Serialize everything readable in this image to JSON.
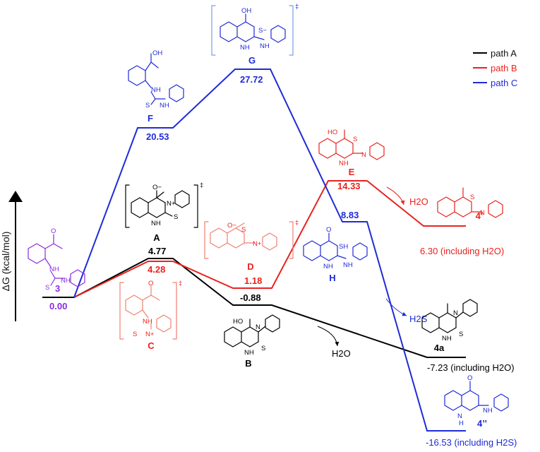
{
  "axis": {
    "ylabel": "ΔG (kcal/mol)"
  },
  "legend": [
    {
      "name": "path A",
      "color": "#000000"
    },
    {
      "name": "path B",
      "color": "#e8231f"
    },
    {
      "name": "path C",
      "color": "#1f2bd6"
    }
  ],
  "colors": {
    "purple": "#8a2be2",
    "black": "#000000",
    "red": "#e8231f",
    "blue": "#1f2bd6",
    "salmon": "#f08070",
    "lightblue": "#7a9fe0"
  },
  "levels": {
    "start": {
      "label": "3",
      "value": "0.00"
    },
    "A": {
      "value": "4.77"
    },
    "B": {
      "value": "-0.88"
    },
    "a4": {
      "value": "-7.23 (including H2O)"
    },
    "C": {
      "value": "4.28"
    },
    "D": {
      "value": "1.18"
    },
    "E": {
      "value": "14.33"
    },
    "e4p": {
      "value": "6.30 (including H2O)"
    },
    "F": {
      "value": "20.53"
    },
    "G": {
      "value": "27.72"
    },
    "H": {
      "value": "8.83"
    },
    "e4pp": {
      "value": "-16.53 (including H2S)"
    }
  },
  "compounds": {
    "A": "A",
    "B": "B",
    "C": "C",
    "D": "D",
    "E": "E",
    "F": "F",
    "G": "G",
    "H": "H",
    "p4a": "4a",
    "p4p": "4’",
    "p4pp": "4’’"
  },
  "byproducts": {
    "h2o_A": "H2O",
    "h2o_B": "H2O",
    "h2s": "H2S"
  },
  "ts_mark": "‡",
  "atoms": {
    "O": "O",
    "OH": "OH",
    "HO": "HO",
    "NH": "NH",
    "N": "N",
    "S": "S",
    "SH": "SH",
    "H": "H",
    "Nplus": "N+",
    "Ominus": "O−",
    "Splus_minus": "S−",
    "OHplus": "OH"
  }
}
